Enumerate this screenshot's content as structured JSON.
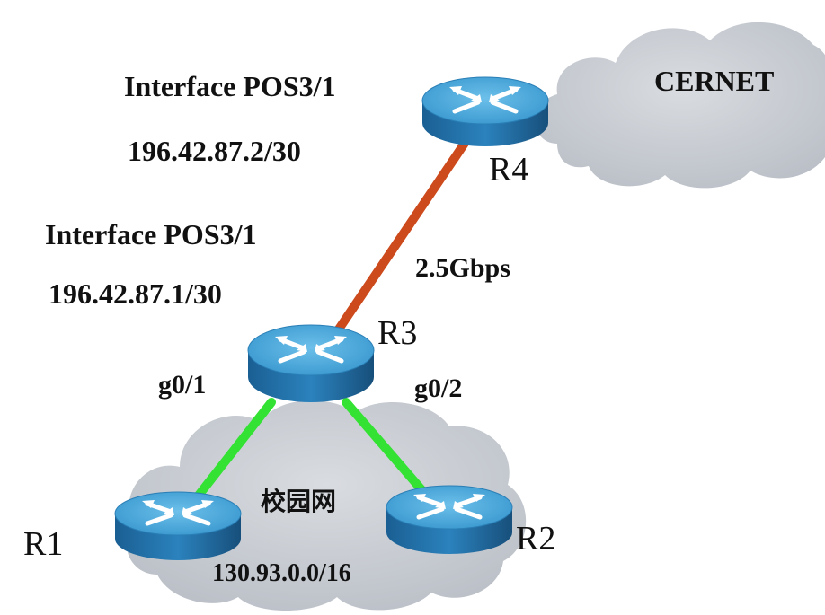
{
  "clouds": {
    "cernet": {
      "label": "CERNET"
    },
    "campus": {
      "label": "校园网",
      "network": "130.93.0.0/16"
    }
  },
  "routers": {
    "r1": {
      "label": "R1"
    },
    "r2": {
      "label": "R2"
    },
    "r3": {
      "label": "R3"
    },
    "r4": {
      "label": "R4"
    }
  },
  "links": {
    "r3_r4": {
      "speed": "2.5Gbps",
      "color": "#cc4a1c"
    },
    "r3_r1": {
      "interface": "g0/1",
      "color": "#33e233"
    },
    "r3_r2": {
      "interface": "g0/2",
      "color": "#33e233"
    }
  },
  "interfaces": {
    "r4_side": {
      "name": "Interface POS3/1",
      "ip": "196.42.87.2/30"
    },
    "r3_side": {
      "name": "Interface POS3/1",
      "ip": "196.42.87.1/30"
    }
  },
  "colors": {
    "cloud_fill": "#c9cdd3",
    "router_top": "#4aa9dc",
    "router_side": "#1f6fa8"
  }
}
